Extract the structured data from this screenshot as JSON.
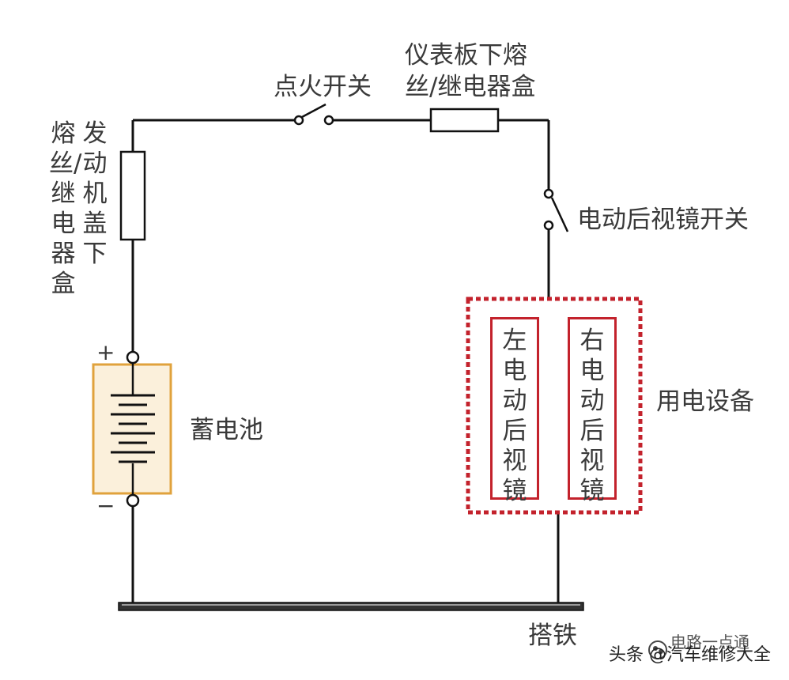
{
  "labels": {
    "ignition_switch": "点火开关",
    "dash_fuse_line1": "仪表板下熔",
    "dash_fuse_line2": "丝/继电器盒",
    "engine_fuse_col1": "熔丝/继电器盒",
    "engine_fuse_col2": "发动机盖下",
    "mirror_switch": "电动后视镜开关",
    "battery": "蓄电池",
    "plus": "+",
    "minus": "−",
    "left_mirror": "左电动后视镜",
    "right_mirror": "右电动后视镜",
    "load": "用电设备",
    "ground": "搭铁"
  },
  "watermark": {
    "text": "头条 @汽车维修大全",
    "overlay": "电路一点通"
  },
  "colors": {
    "wire": "#111111",
    "battery_box_border": "#e0a23c",
    "battery_box_fill": "#fbf0db",
    "load_border": "#c3222c"
  }
}
